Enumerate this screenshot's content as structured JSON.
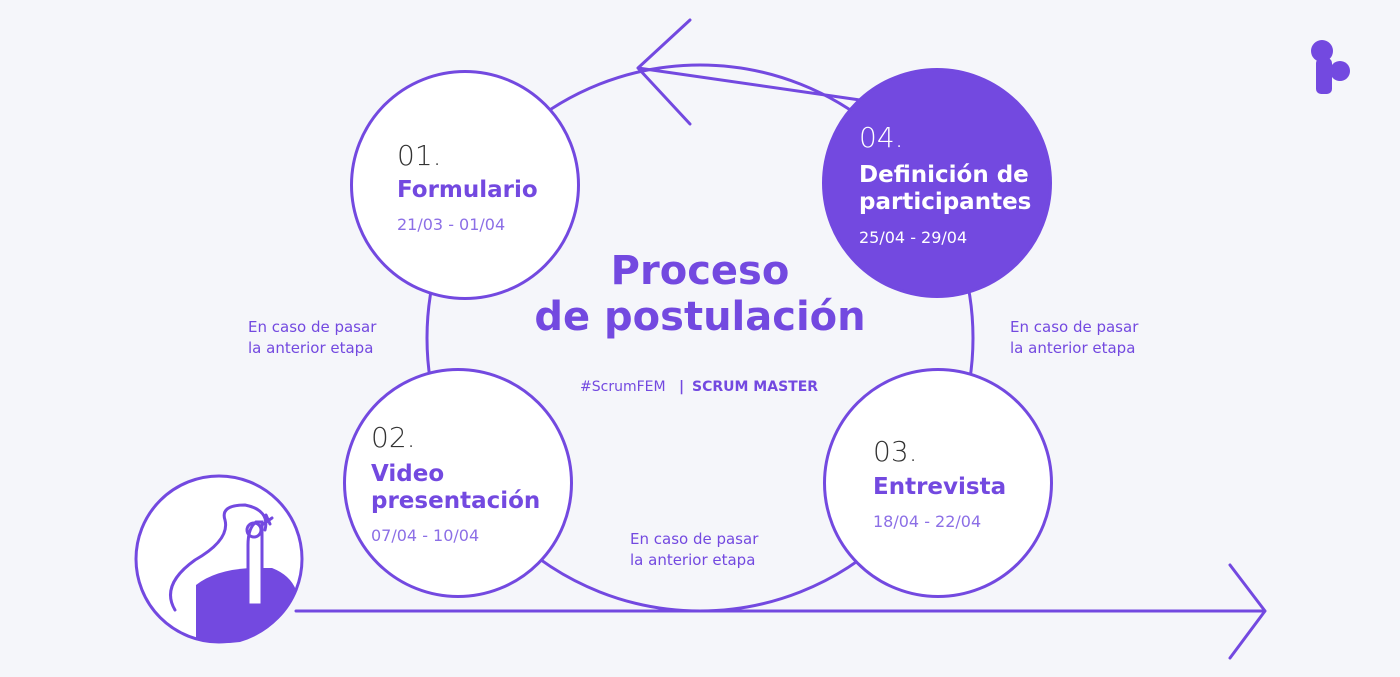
{
  "title": "Proceso\nde postulación",
  "tag": {
    "hashtag": "#ScrumFEM",
    "separator": "|",
    "role": "SCRUM MASTER"
  },
  "steps": [
    {
      "num": "01.",
      "title": "Formulario",
      "date": "21/03 - 01/04"
    },
    {
      "num": "02.",
      "title": "Video\npresentación",
      "date": "07/04 - 10/04"
    },
    {
      "num": "03.",
      "title": "Entrevista",
      "date": "18/04 - 22/04"
    },
    {
      "num": "04.",
      "title": "Definición de\nparticipantes",
      "date": "25/04 - 29/04"
    }
  ],
  "transition_note": "En caso de pasar\nla anterior etapa",
  "colors": {
    "accent": "#7349e0",
    "background": "#f5f6fa",
    "text_dark": "#333333"
  }
}
